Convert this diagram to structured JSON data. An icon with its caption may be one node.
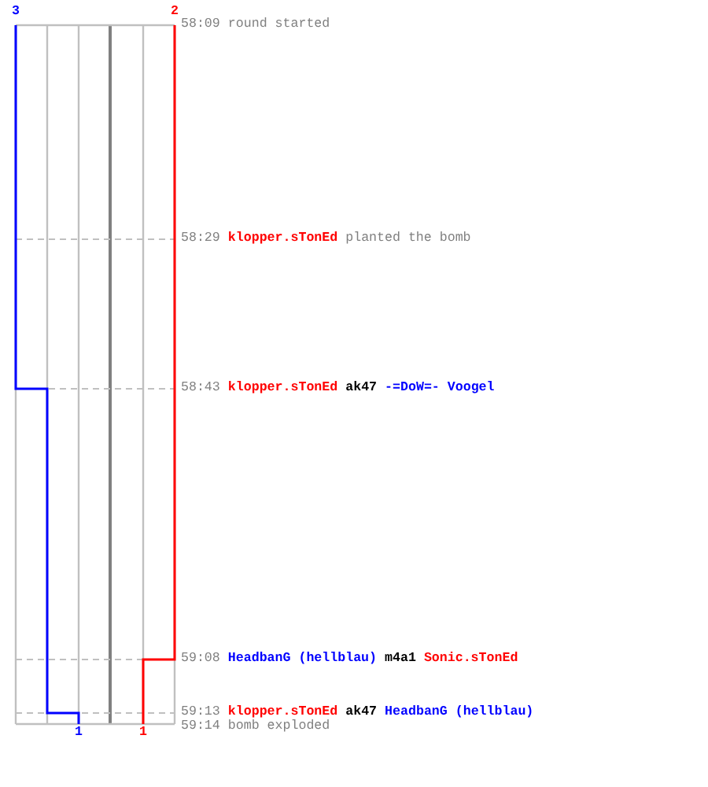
{
  "diagram": {
    "labels": [
      "3",
      "2",
      "58:09",
      "round started",
      "58:29",
      "klopper.sTonEd",
      "planted the bomb",
      "58:43",
      "klopper.sTonEd",
      "ak47",
      "-=DoW=- Voogel",
      "59:08",
      "HeadbanG (hellblau)",
      "m4a1",
      "Sonic.sTonEd",
      "59:13",
      "klopper.sTonEd",
      "ak47",
      "HeadbanG (hellblau)",
      "1",
      "1",
      "59:14",
      "bomb exploded"
    ]
  }
}
